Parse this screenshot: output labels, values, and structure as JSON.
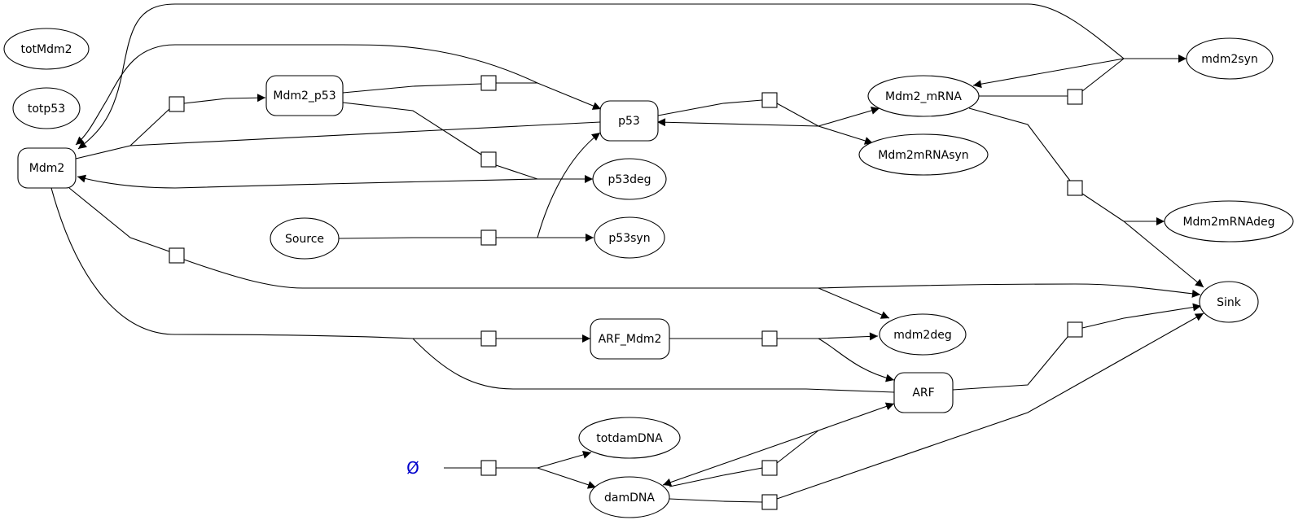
{
  "diagram": {
    "empty_set_symbol": "Ø",
    "species": [
      {
        "id": "Mdm2",
        "label": "Mdm2"
      },
      {
        "id": "Mdm2_p53",
        "label": "Mdm2_p53"
      },
      {
        "id": "p53",
        "label": "p53"
      },
      {
        "id": "ARF_Mdm2",
        "label": "ARF_Mdm2"
      },
      {
        "id": "ARF",
        "label": "ARF"
      }
    ],
    "parameters": [
      {
        "id": "totMdm2",
        "label": "totMdm2"
      },
      {
        "id": "totp53",
        "label": "totp53"
      },
      {
        "id": "Source",
        "label": "Source"
      },
      {
        "id": "p53deg",
        "label": "p53deg"
      },
      {
        "id": "p53syn",
        "label": "p53syn"
      },
      {
        "id": "mdm2syn",
        "label": "mdm2syn"
      },
      {
        "id": "Mdm2_mRNA",
        "label": "Mdm2_mRNA"
      },
      {
        "id": "Mdm2mRNAsyn",
        "label": "Mdm2mRNAsyn"
      },
      {
        "id": "Mdm2mRNAdeg",
        "label": "Mdm2mRNAdeg"
      },
      {
        "id": "Sink",
        "label": "Sink"
      },
      {
        "id": "mdm2deg",
        "label": "mdm2deg"
      },
      {
        "id": "totdamDNA",
        "label": "totdamDNA"
      },
      {
        "id": "damDNA",
        "label": "damDNA"
      }
    ]
  }
}
